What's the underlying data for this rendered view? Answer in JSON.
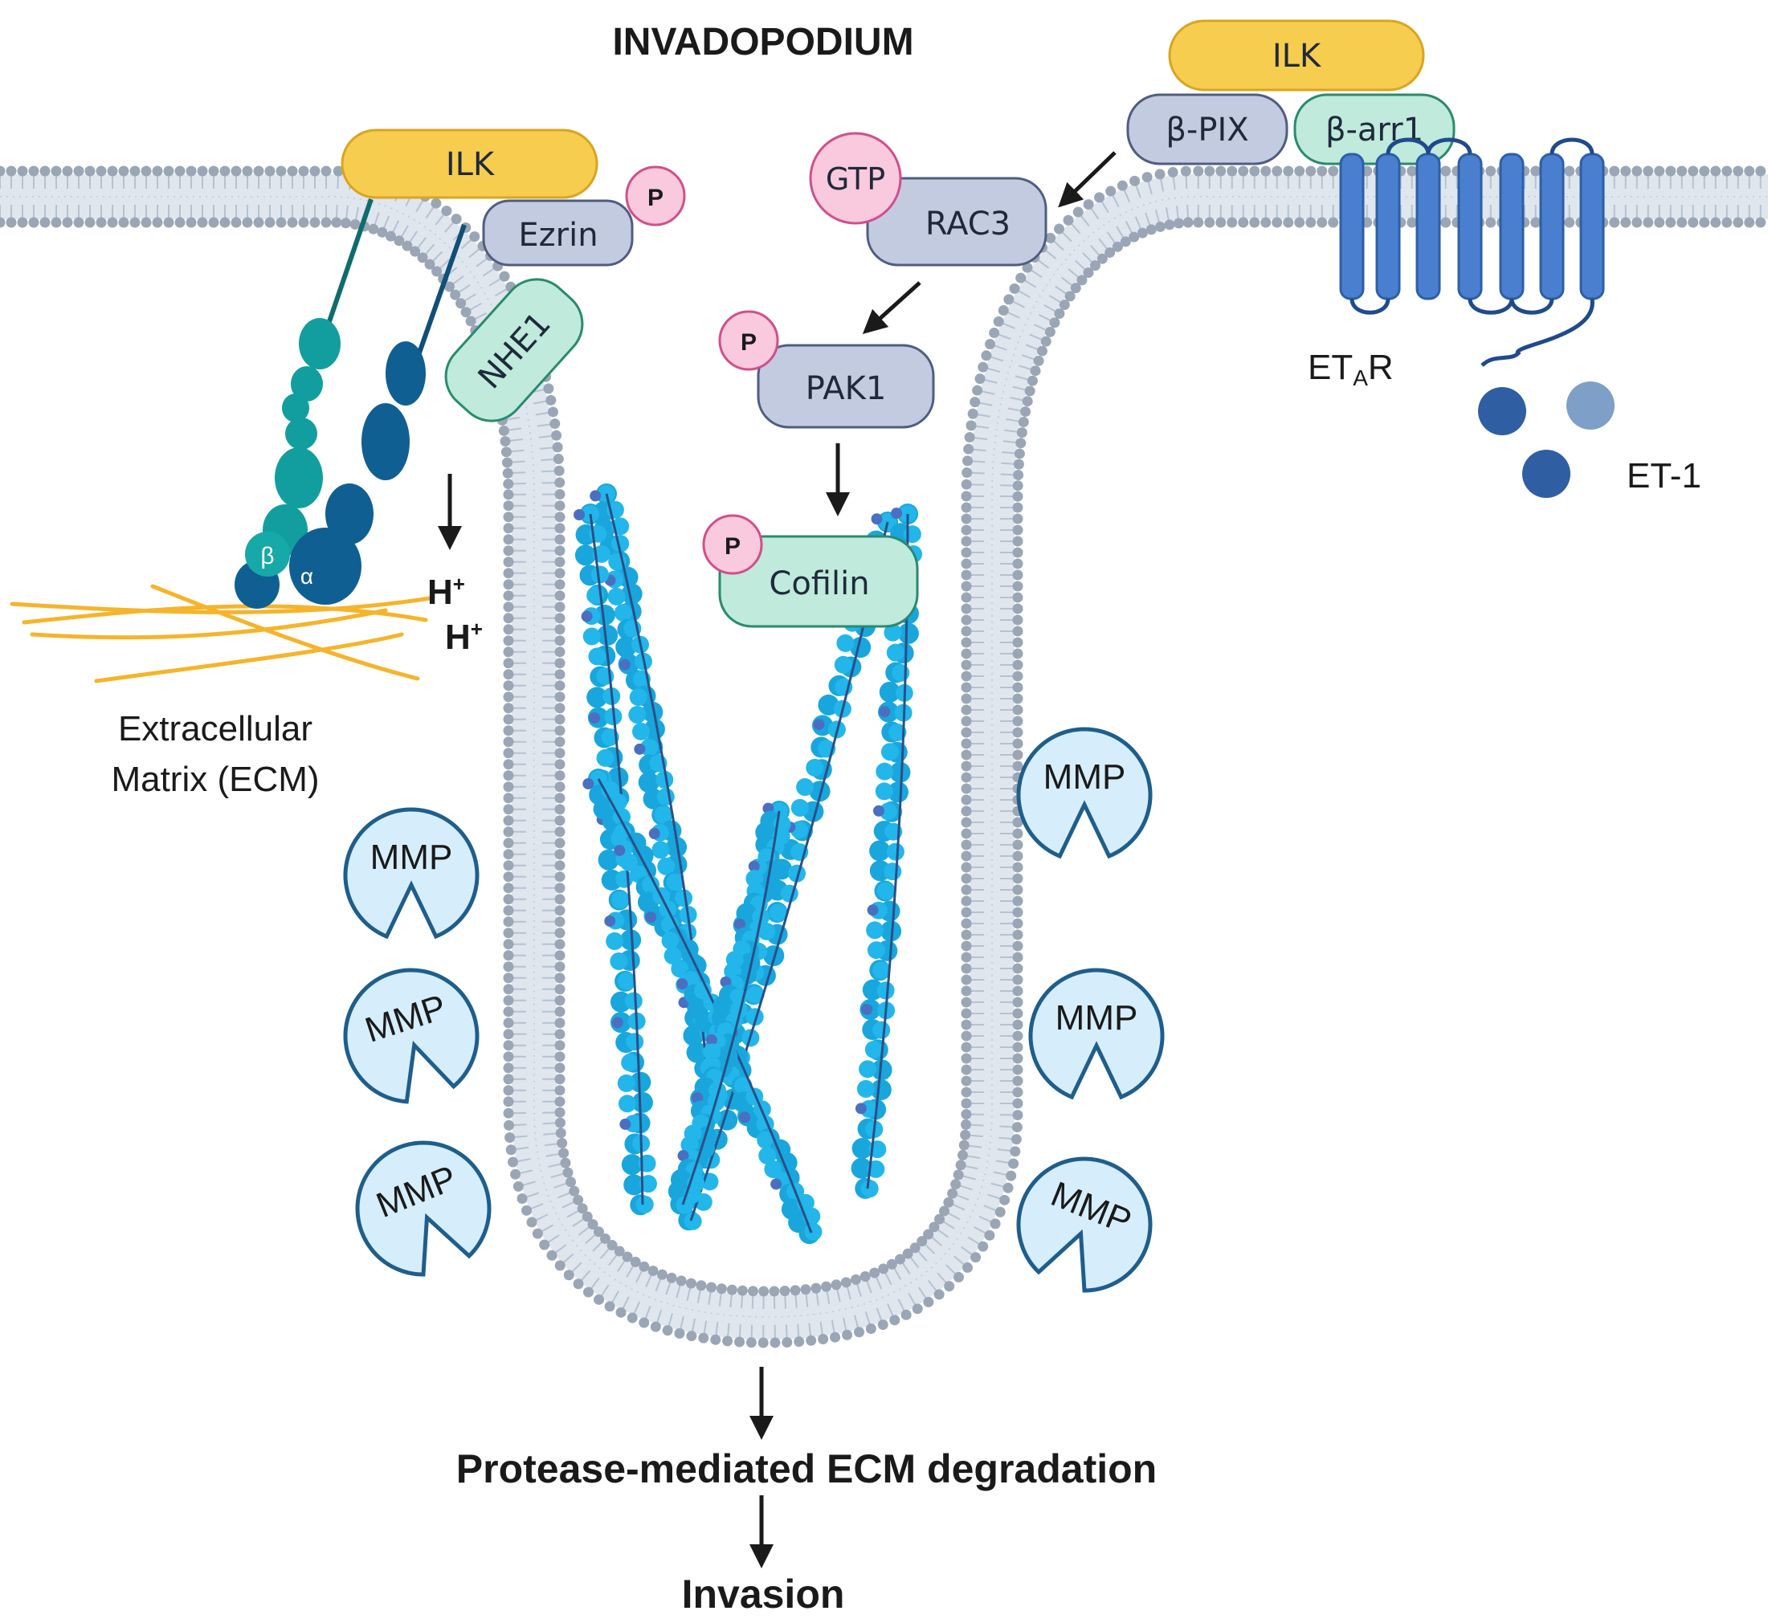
{
  "title": "INVADOPODIUM",
  "left_complex": {
    "ilk": "ILK",
    "ezrin": "Ezrin",
    "phospho": "P",
    "nhe1": "NHE1",
    "proton_1": "H",
    "proton_2": "H",
    "charge": "+",
    "integrin_beta": "β",
    "integrin_alpha": "α",
    "ecm_line1": "Extracellular",
    "ecm_line2": "Matrix (ECM)"
  },
  "center_pathway": {
    "gtp": "GTP",
    "rac3": "RAC3",
    "pak1_p": "P",
    "pak1": "PAK1",
    "cofilin_p": "P",
    "cofilin": "Cofilin"
  },
  "right_complex": {
    "ilk": "ILK",
    "beta_pix": "β-PIX",
    "beta_arr1": "β-arr1",
    "receptor_main": "ET",
    "receptor_sub": "A",
    "receptor_suffix": "R",
    "ligand": "ET-1"
  },
  "mmp_label": "MMP",
  "outcome": {
    "step1": "Protease-mediated ECM degradation",
    "step2": "Invasion"
  },
  "colors": {
    "ilk_fill": "#f7cd4f",
    "ilk_stroke": "#d9a520",
    "grey_protein_fill": "#c3cbe0",
    "grey_protein_stroke": "#4f5d82",
    "teal_protein_fill": "#bfeadc",
    "teal_protein_stroke": "#2a8a6e",
    "phospho_fill": "#f9c9dd",
    "phospho_stroke": "#d04f8b",
    "membrane_head": "#9aa6b5",
    "receptor": "#4a7fcf",
    "actin": "#18a6dd",
    "mmp_fill": "#d6eefb",
    "mmp_stroke": "#1f5e8c",
    "ecm_fiber": "#f5b42a"
  }
}
